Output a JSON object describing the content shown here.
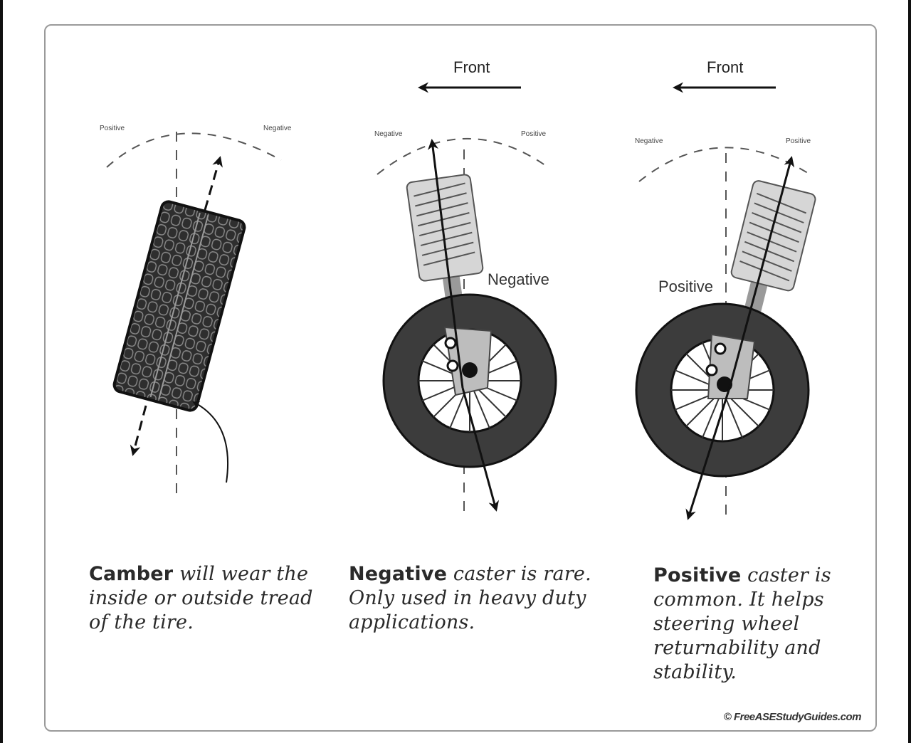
{
  "diagrams": {
    "camber": {
      "arc_left_label": "Positive",
      "arc_right_label": "Negative"
    },
    "negative_caster": {
      "front_label": "Front",
      "arc_left_label": "Negative",
      "arc_right_label": "Positive",
      "angle_label": "Negative"
    },
    "positive_caster": {
      "front_label": "Front",
      "arc_left_label": "Negative",
      "arc_right_label": "Positive",
      "angle_label": "Positive"
    }
  },
  "captions": {
    "camber": {
      "bold": "Camber",
      "rest": " will wear the inside or outside tread of the tire."
    },
    "negative": {
      "bold": "Negative",
      "rest": " caster is rare. Only used in heavy duty applications."
    },
    "positive": {
      "bold": "Positive",
      "rest": " caster is common. It helps steering wheel returnability and stability."
    }
  },
  "credit": "© FreeASEStudyGuides.com",
  "colors": {
    "tire": "#3c3c3c",
    "tread": "#2e2e2e",
    "spring_fill": "#d6d6d6",
    "frame": "#9a9a9a"
  }
}
